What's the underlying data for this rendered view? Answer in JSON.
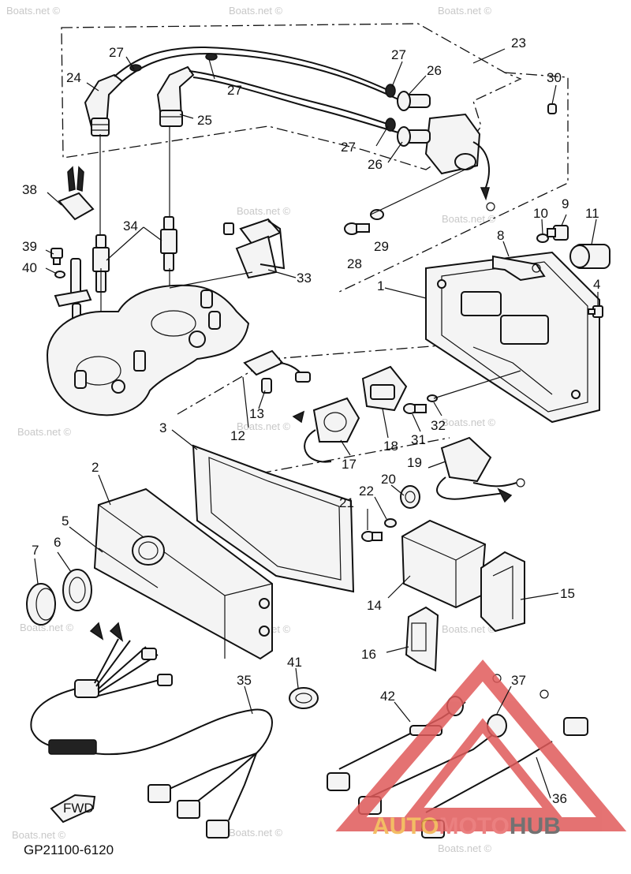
{
  "diagram": {
    "code": "GP21100-6120",
    "fwd_label": "FWD",
    "watermark_text": "Boats.net ©",
    "brand": {
      "part1": "AUTO",
      "part2": "MOTO",
      "part3": "HUB",
      "colors": {
        "auto": "#f2b24a",
        "moto": "#e86a6a",
        "hub": "#5a5a5a"
      }
    },
    "callouts": {
      "c1": "1",
      "c2": "2",
      "c3": "3",
      "c4": "4",
      "c5": "5",
      "c6": "6",
      "c7": "7",
      "c8": "8",
      "c9": "9",
      "c10": "10",
      "c11": "11",
      "c12": "12",
      "c13": "13",
      "c14": "14",
      "c15": "15",
      "c16": "16",
      "c17": "17",
      "c18": "18",
      "c19": "19",
      "c20": "20",
      "c21": "21",
      "c22": "22",
      "c23": "23",
      "c24": "24",
      "c25": "25",
      "c26a": "26",
      "c26b": "26",
      "c27a": "27",
      "c27b": "27",
      "c27c": "27",
      "c27d": "27",
      "c28": "28",
      "c29": "29",
      "c30": "30",
      "c31": "31",
      "c32": "32",
      "c33": "33",
      "c34": "34",
      "c35": "35",
      "c36": "36",
      "c37": "37",
      "c38": "38",
      "c39": "39",
      "c40": "40",
      "c41": "41",
      "c42": "42"
    }
  }
}
